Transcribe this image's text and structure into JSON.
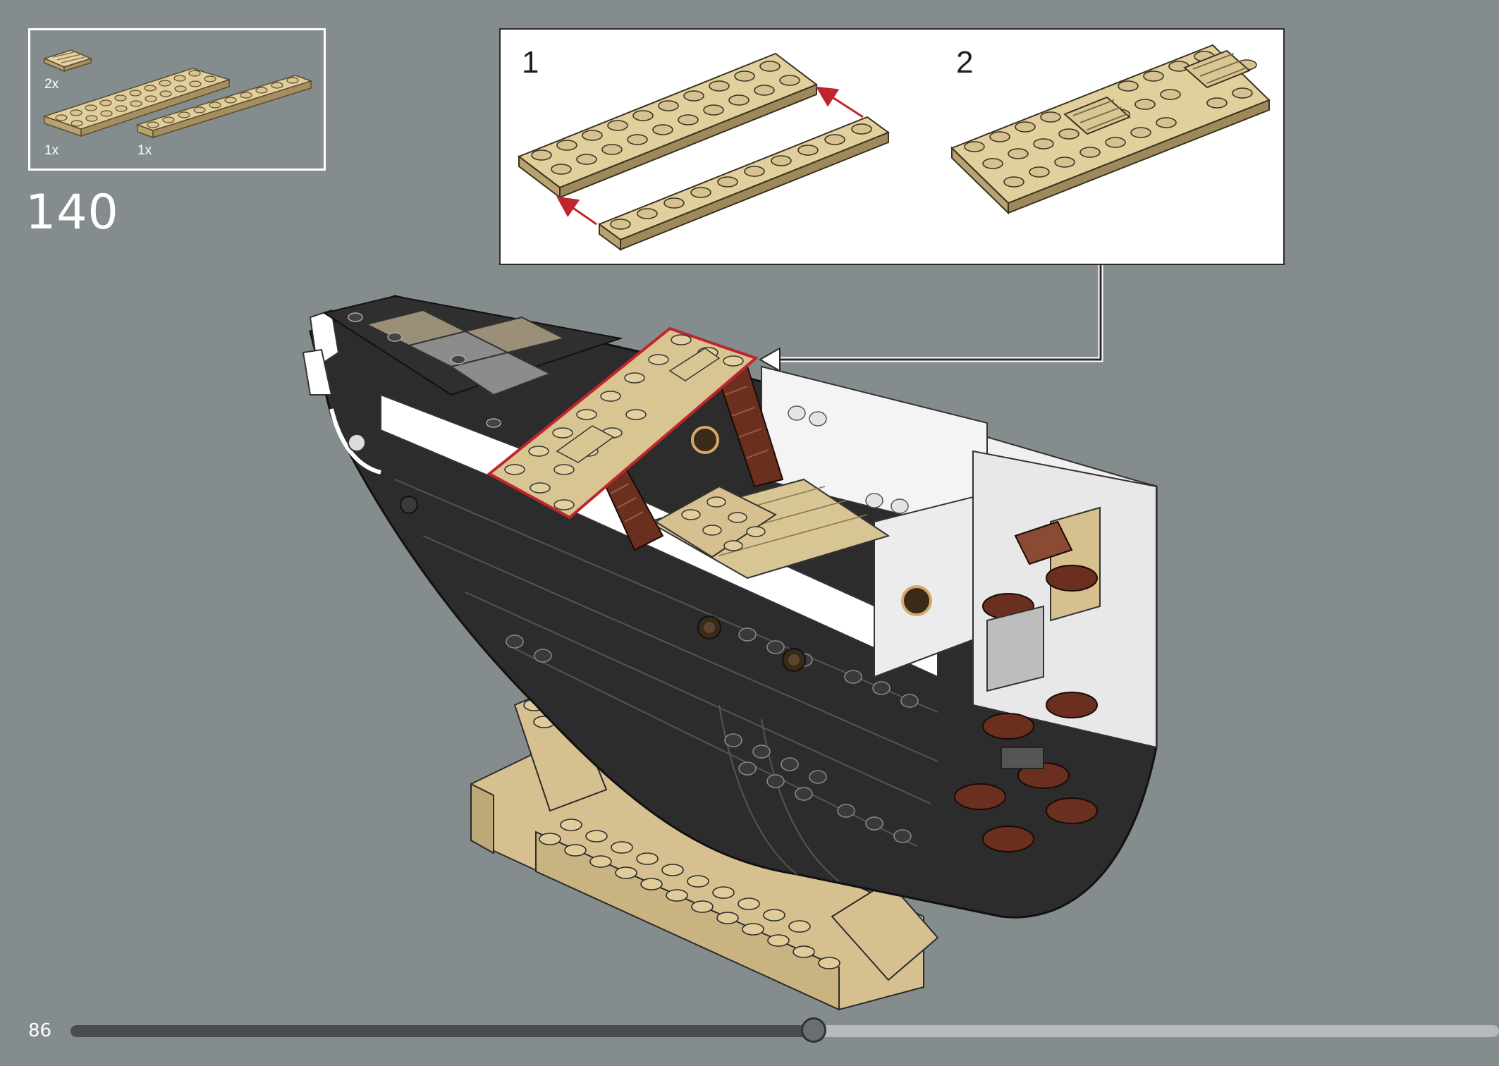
{
  "step": {
    "number": "140"
  },
  "parts_list": {
    "items": [
      {
        "part": "tan-2x2-tile-grille-icon",
        "quantity": "2x"
      },
      {
        "part": "tan-2x10-plate-icon",
        "quantity": "1x"
      },
      {
        "part": "tan-1x10-plate-icon",
        "quantity": "1x"
      }
    ]
  },
  "sub_assembly": {
    "steps": [
      {
        "label": "1"
      },
      {
        "label": "2"
      }
    ]
  },
  "navigation": {
    "page_number": "86",
    "progress": 0.52
  },
  "colors": {
    "background": "#848c8e",
    "tan_brick": "#d6c08f",
    "dark_hull": "#2c2c2c",
    "reddish_brown": "#6b2f1f",
    "highlight_red": "#c0252d",
    "white": "#ffffff"
  }
}
